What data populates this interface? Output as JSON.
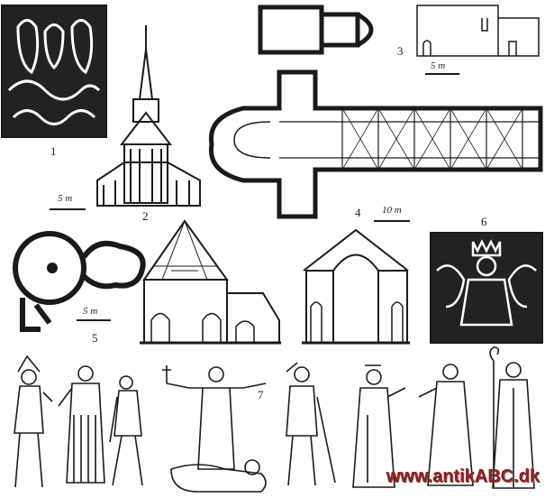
{
  "figure_numbers": [
    "1",
    "2",
    "3",
    "4",
    "5",
    "6",
    "7"
  ],
  "scales": {
    "s2": "5 m",
    "s3": "5 m",
    "s4": "10 m",
    "s5": "5 m"
  },
  "watermark": "www.antikABC.dk",
  "colors": {
    "ink": "#1a1a1a",
    "watermark": "#9a1c22"
  }
}
